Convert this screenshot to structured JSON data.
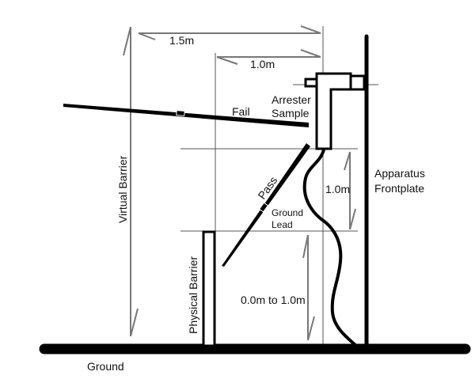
{
  "labels": {
    "dim_1_5": "1.5m",
    "dim_1_0_top": "1.0m",
    "arrester_line1": "Arrester",
    "arrester_line2": "Sample",
    "fail": "Fail",
    "pass": "Pass",
    "ground_lead_line1": "Ground",
    "ground_lead_line2": "Lead",
    "dim_1_0_vertical": "1.0m",
    "dim_range": "0.0m to 1.0m",
    "apparatus_line1": "Apparatus",
    "apparatus_line2": "Frontplate",
    "virtual_barrier": "Virtual Barrier",
    "physical_barrier": "Physical Barrier",
    "ground": "Ground"
  },
  "colors": {
    "ink": "#000000",
    "guide": "#555555",
    "arrow": "#777777"
  }
}
